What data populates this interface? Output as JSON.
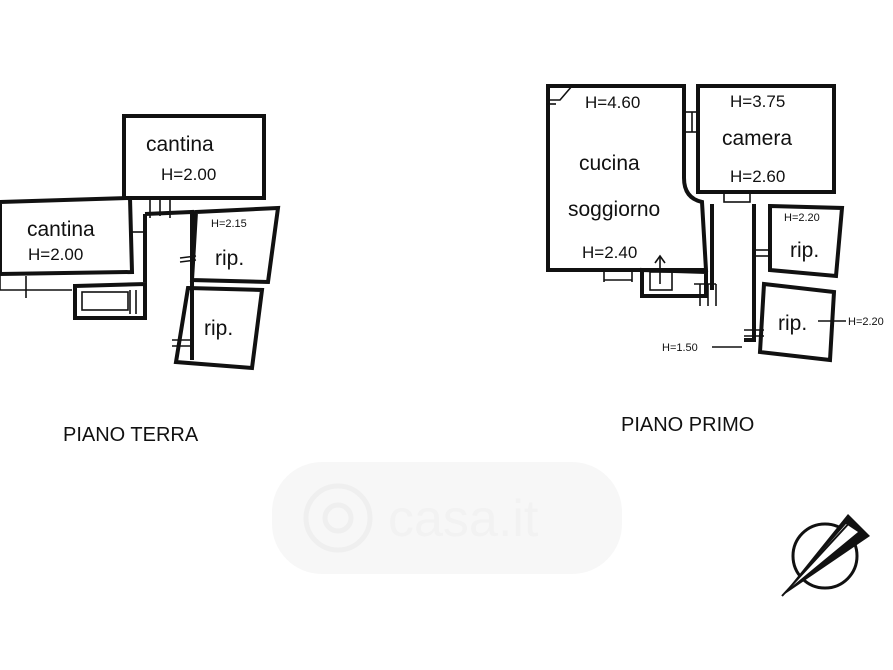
{
  "ground_floor": {
    "title": "PIANO TERRA",
    "rooms": [
      {
        "name": "cantina",
        "height": "H=2.00"
      },
      {
        "name": "cantina",
        "height": "H=2.00"
      },
      {
        "name": "rip.",
        "height": "H=2.15"
      },
      {
        "name": "rip.",
        "height": ""
      }
    ]
  },
  "first_floor": {
    "title": "PIANO PRIMO",
    "kitchen": {
      "line1": "cucina",
      "line2": "soggiorno",
      "height_top": "H=4.60",
      "height_bottom": "H=2.40"
    },
    "bedroom": {
      "name": "camera",
      "height_top": "H=3.75",
      "height_bottom": "H=2.60"
    },
    "storage1": {
      "name": "rip.",
      "height": "H=2.20"
    },
    "storage2": {
      "name": "rip.",
      "height_right": "H=2.20",
      "height_left": "H=1.50"
    }
  },
  "watermark": {
    "text": "casa.it",
    "icon": "house-logo-icon"
  },
  "compass": {
    "icon": "north-arrow-icon"
  },
  "colors": {
    "ink": "#111111",
    "watermark": "#f0f0f0"
  }
}
